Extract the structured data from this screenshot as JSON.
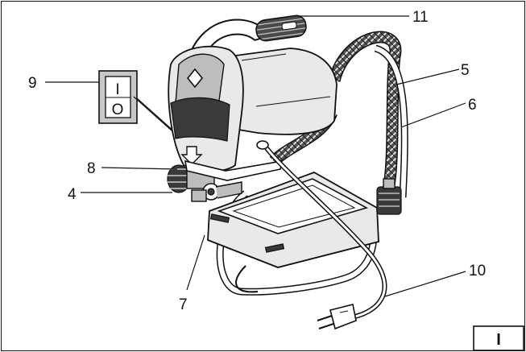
{
  "panel_tag": "I",
  "switch": {
    "on_symbol": "I",
    "off_symbol": "O"
  },
  "callouts": [
    {
      "id": "11",
      "text": "11"
    },
    {
      "id": "9",
      "text": "9"
    },
    {
      "id": "5",
      "text": "5"
    },
    {
      "id": "6",
      "text": "6"
    },
    {
      "id": "8",
      "text": "8"
    },
    {
      "id": "4",
      "text": "4"
    },
    {
      "id": "10",
      "text": "10"
    },
    {
      "id": "7",
      "text": "7"
    }
  ]
}
